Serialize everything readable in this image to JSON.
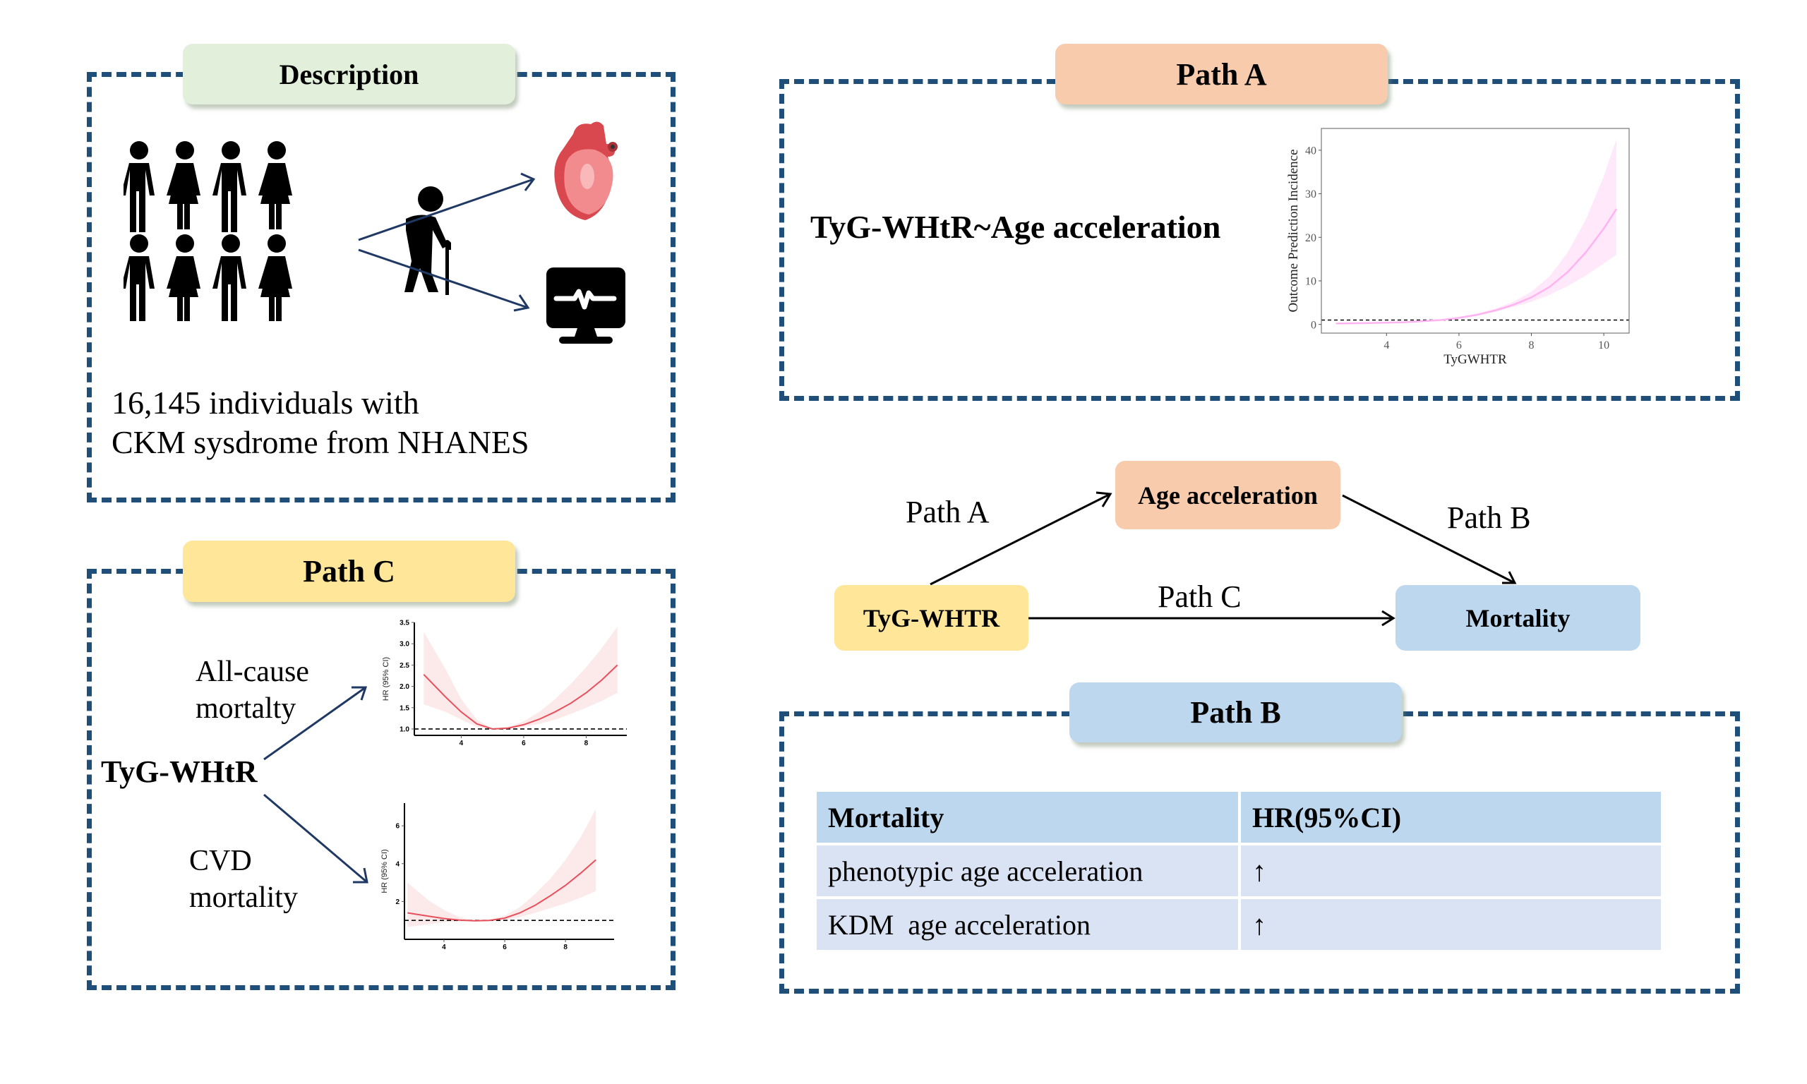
{
  "description": {
    "tab_label": "Description",
    "text_line1": "16,145 individuals with",
    "text_line2": "CKM sysdrome from NHANES",
    "icons": [
      "people-group-icon",
      "elderly-person-with-cane-icon",
      "heart-icon",
      "heart-monitor-icon"
    ]
  },
  "path_a": {
    "tab_label": "Path A",
    "heading": "TyG-WHtR~Age acceleration"
  },
  "path_c": {
    "tab_label": "Path C",
    "exposure": "TyG-WHtR",
    "outcome1_line1": "All-cause",
    "outcome1_line2": "mortalty",
    "outcome2_line1": "CVD",
    "outcome2_line2": "mortality"
  },
  "mediation": {
    "mediator": "Age acceleration",
    "exposure": "TyG-WHTR",
    "outcome": "Mortality",
    "path_a_label": "Path A",
    "path_b_label": "Path B",
    "path_c_label": "Path C"
  },
  "path_b": {
    "tab_label": "Path B",
    "table": {
      "headers": [
        "Mortality",
        "HR(95%CI)"
      ],
      "rows": [
        [
          "phenotypic age acceleration",
          "↑"
        ],
        [
          "KDM  age acceleration",
          "↑"
        ]
      ]
    }
  },
  "colors": {
    "dash_border": "#1f4e79",
    "description_tab": "#e2efda",
    "path_a_tab": "#f8cbad",
    "path_c_tab": "#ffe699",
    "path_b_tab": "#bdd7ee",
    "table_header": "#bdd7ee",
    "table_row": "#dae3f3",
    "path_a_curve": "#ffb3f0",
    "path_c_curve": "#e8505b"
  },
  "chart_data": [
    {
      "id": "path-a-chart",
      "type": "line",
      "title": "",
      "xlabel": "TyGWHTR",
      "ylabel": "Outcome Prediction Incidence",
      "xlim": [
        2.2,
        10.7
      ],
      "ylim": [
        -2,
        45
      ],
      "xticks": [
        4,
        6,
        8,
        10
      ],
      "yticks": [
        0,
        10,
        20,
        30,
        40
      ],
      "reference_line": 1,
      "grid": false,
      "series": [
        {
          "name": "estimate",
          "x": [
            2.6,
            3.5,
            4.5,
            5.5,
            6.0,
            6.5,
            7.0,
            7.5,
            8.0,
            8.5,
            9.0,
            9.5,
            10.0,
            10.35
          ],
          "y": [
            0.2,
            0.3,
            0.5,
            1.0,
            1.5,
            2.2,
            3.2,
            4.5,
            6.2,
            8.6,
            12.0,
            16.5,
            22.0,
            26.5
          ],
          "lower": [
            0.1,
            0.2,
            0.4,
            0.9,
            1.3,
            2.0,
            2.9,
            4.0,
            5.2,
            6.8,
            8.8,
            11.2,
            14.0,
            16.0
          ],
          "upper": [
            0.3,
            0.4,
            0.6,
            1.1,
            1.7,
            2.5,
            3.6,
            5.2,
            7.5,
            11.0,
            16.5,
            24.0,
            34.0,
            42.5
          ]
        }
      ]
    },
    {
      "id": "path-c-allcause-chart",
      "type": "line",
      "title": "All-cause mortalty",
      "xlabel": "",
      "ylabel": "HR (95% CI)",
      "xlim": [
        2.5,
        9.3
      ],
      "ylim": [
        0.85,
        3.5
      ],
      "xticks": [
        4,
        6,
        8
      ],
      "yticks": [
        1.0,
        1.5,
        2.0,
        2.5,
        3.0,
        3.5
      ],
      "reference_line": 1,
      "grid": false,
      "series": [
        {
          "name": "HR",
          "x": [
            2.8,
            3.5,
            4.0,
            4.5,
            5.0,
            5.5,
            6.0,
            6.5,
            7.0,
            7.5,
            8.0,
            8.5,
            9.0
          ],
          "y": [
            2.28,
            1.75,
            1.4,
            1.12,
            1.0,
            1.02,
            1.1,
            1.23,
            1.4,
            1.6,
            1.85,
            2.15,
            2.5
          ],
          "lower": [
            1.58,
            1.4,
            1.22,
            1.05,
            0.99,
            1.0,
            1.05,
            1.12,
            1.22,
            1.35,
            1.5,
            1.66,
            1.85
          ],
          "upper": [
            3.28,
            2.4,
            1.7,
            1.22,
            1.01,
            1.05,
            1.18,
            1.4,
            1.7,
            2.05,
            2.45,
            2.9,
            3.4
          ]
        }
      ]
    },
    {
      "id": "path-c-cvd-chart",
      "type": "line",
      "title": "CVD mortality",
      "xlabel": "",
      "ylabel": "HR (95% CI)",
      "xlim": [
        2.7,
        9.6
      ],
      "ylim": [
        0,
        7.2
      ],
      "xticks": [
        4,
        6,
        8
      ],
      "yticks": [
        2,
        4,
        6
      ],
      "reference_line": 1,
      "grid": false,
      "series": [
        {
          "name": "HR",
          "x": [
            2.8,
            3.5,
            4.0,
            4.5,
            5.0,
            5.5,
            6.0,
            6.5,
            7.0,
            7.5,
            8.0,
            8.5,
            9.0
          ],
          "y": [
            1.4,
            1.22,
            1.1,
            1.02,
            0.98,
            1.0,
            1.12,
            1.4,
            1.8,
            2.3,
            2.85,
            3.5,
            4.2
          ],
          "lower": [
            0.65,
            0.8,
            0.9,
            0.95,
            0.97,
            0.98,
            1.02,
            1.18,
            1.4,
            1.65,
            1.9,
            2.2,
            2.55
          ],
          "upper": [
            3.0,
            2.05,
            1.55,
            1.18,
            1.0,
            1.05,
            1.25,
            1.7,
            2.4,
            3.2,
            4.2,
            5.4,
            6.9
          ]
        }
      ]
    }
  ]
}
